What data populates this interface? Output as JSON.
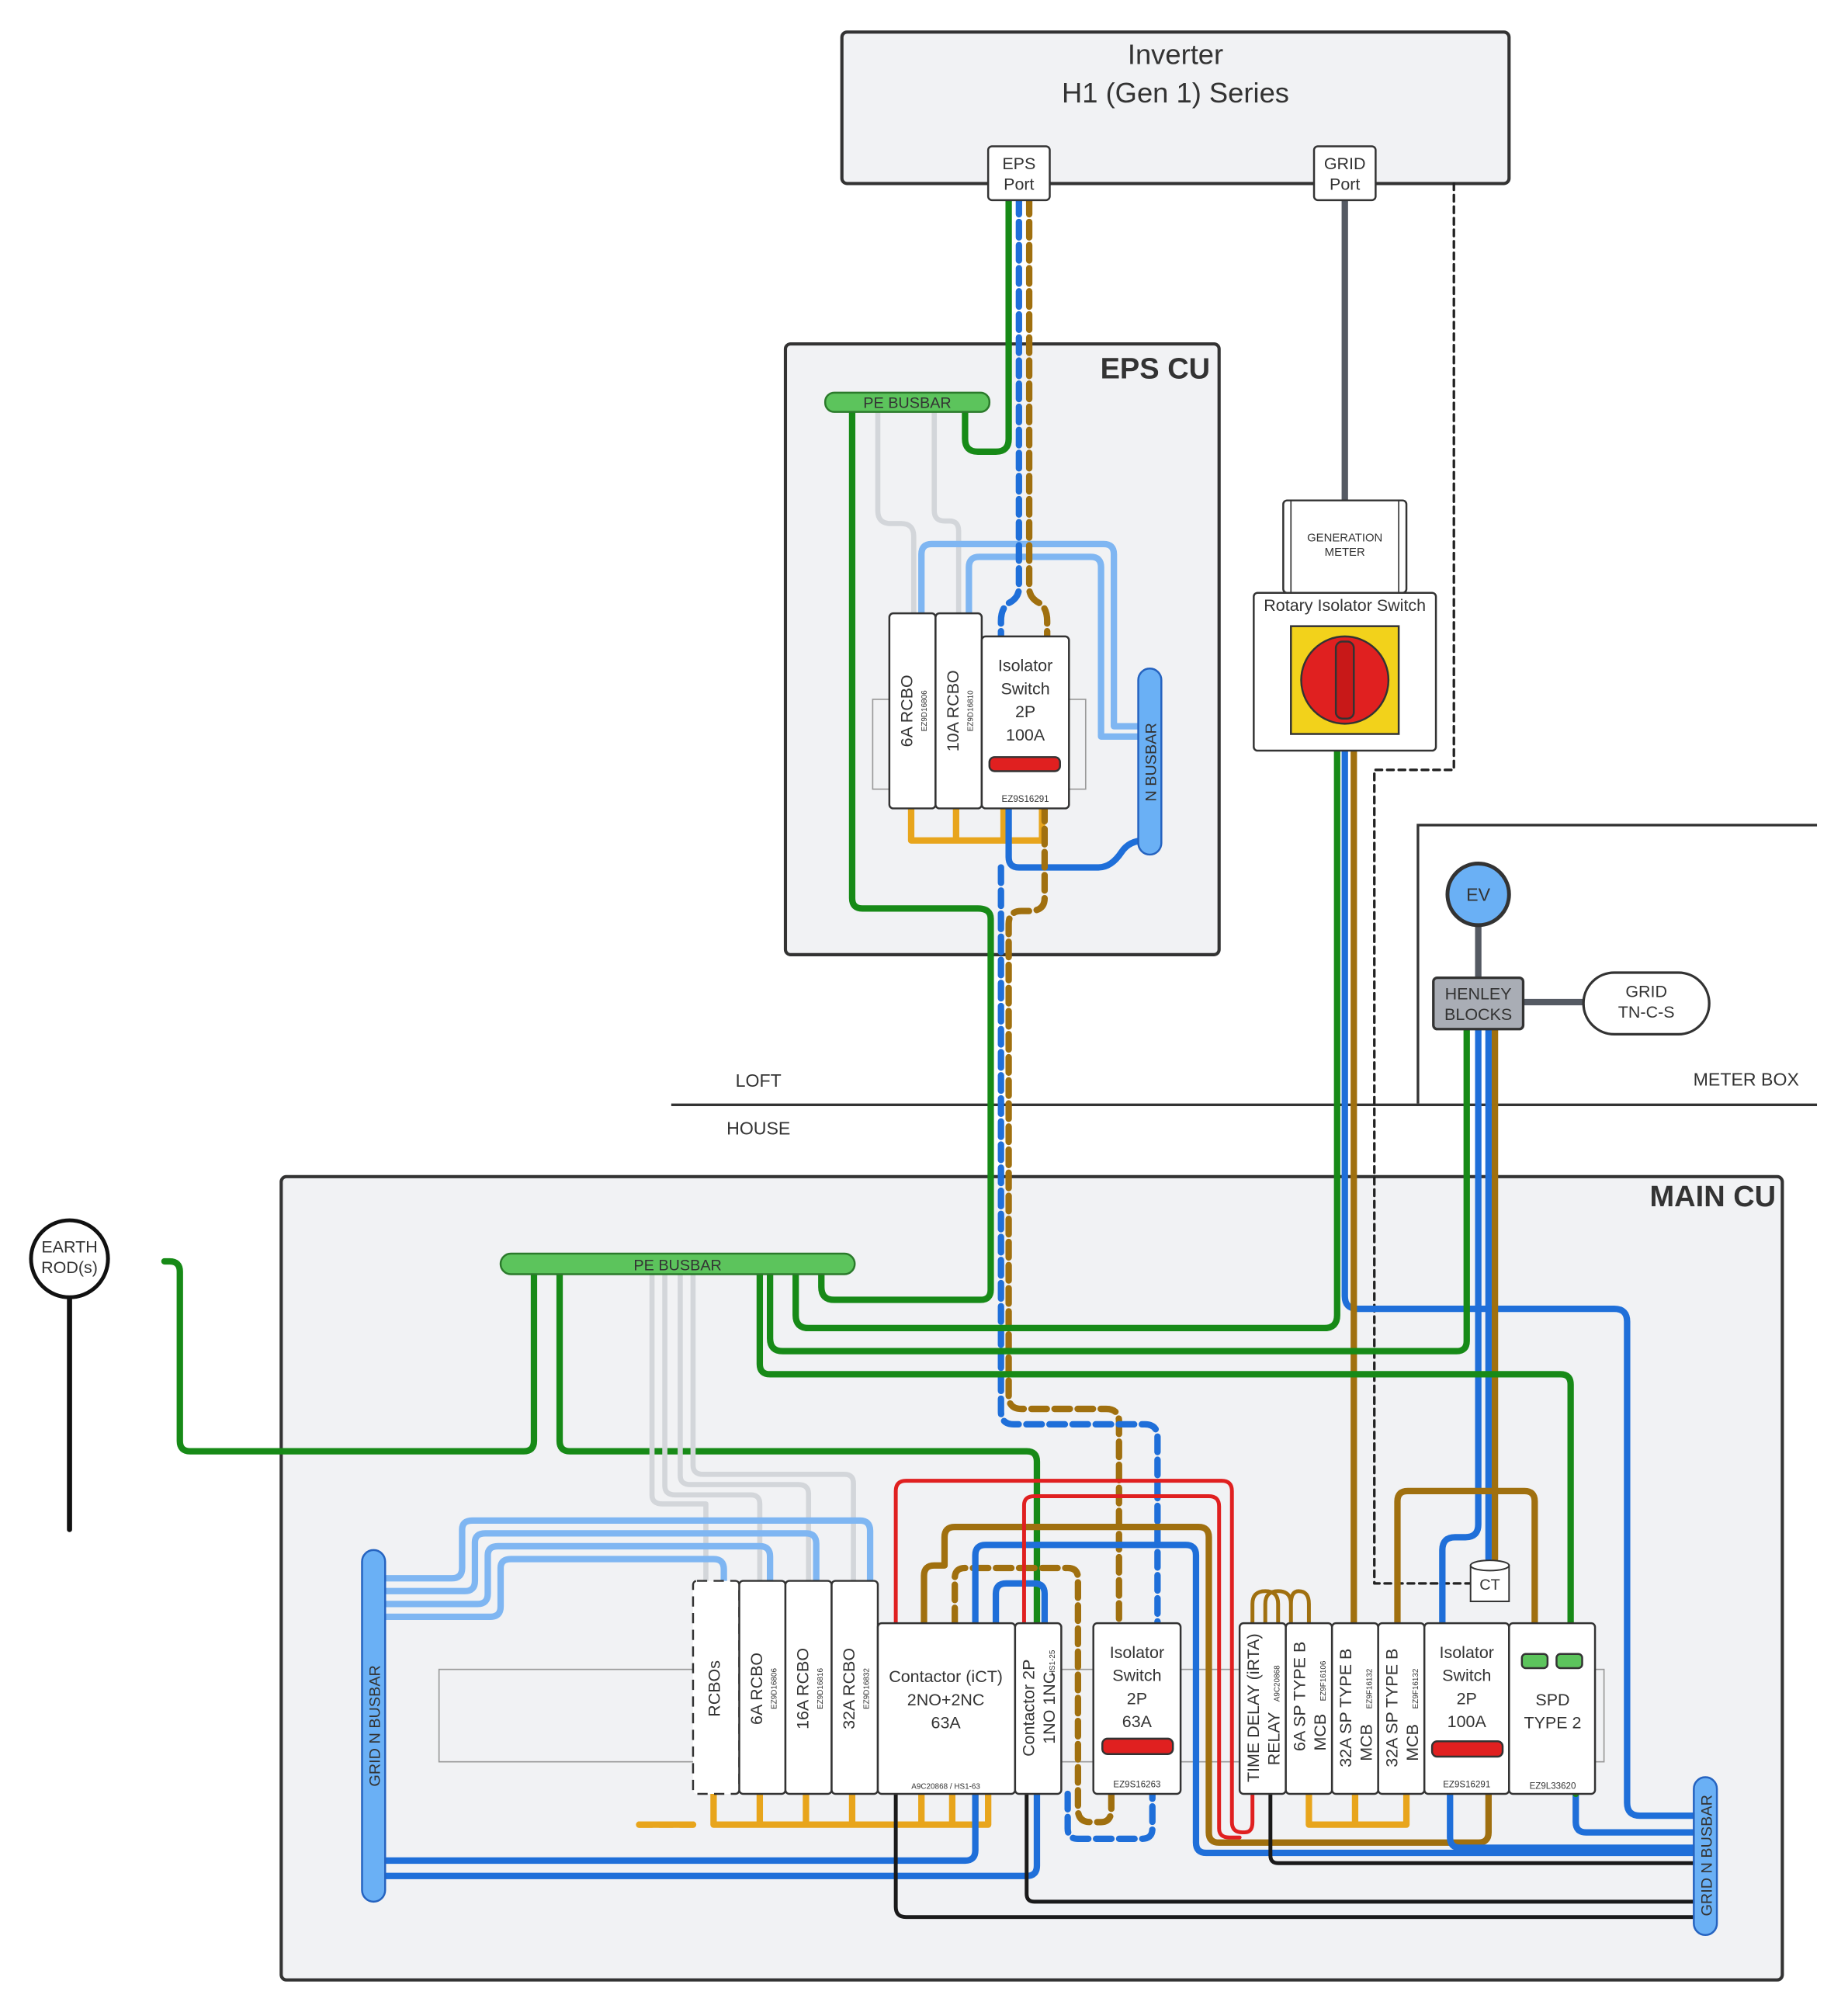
{
  "inverter": {
    "title_line1": "Inverter",
    "title_line2": "H1 (Gen 1) Series",
    "eps_port": [
      "EPS",
      "Port"
    ],
    "grid_port": [
      "GRID",
      "Port"
    ]
  },
  "eps_cu": {
    "title": "EPS CU",
    "pe_busbar": "PE BUSBAR",
    "n_busbar": "N BUSBAR",
    "rcbo_6a": {
      "label": "6A RCBO",
      "part": "EZ9D16806"
    },
    "rcbo_10a": {
      "label": "10A RCBO",
      "part": "EZ9D16810"
    },
    "isolator": {
      "lines": [
        "Isolator",
        "Switch",
        "2P",
        "100A"
      ],
      "part": "EZ9S16291"
    }
  },
  "generation_meter": [
    "GENERATION",
    "METER"
  ],
  "rotary_isolator": "Rotary Isolator Switch",
  "meter_box": {
    "label": "METER BOX",
    "ev": "EV",
    "henley": [
      "HENLEY",
      "BLOCKS"
    ],
    "grid": [
      "GRID",
      "TN-C-S"
    ]
  },
  "zones": {
    "loft": "LOFT",
    "house": "HOUSE"
  },
  "earth_rod": [
    "EARTH",
    "ROD(s)"
  ],
  "main_cu": {
    "title": "MAIN CU",
    "pe_busbar": "PE BUSBAR",
    "grid_n_busbar_left": "GRID N BUSBAR",
    "grid_n_busbar_right": "GRID N BUSBAR",
    "rcbos": "RCBOs",
    "rcbo_6a": {
      "label": "6A RCBO",
      "part": "EZ9D16806"
    },
    "rcbo_16a": {
      "label": "16A RCBO",
      "part": "EZ9D16816"
    },
    "rcbo_32a": {
      "label": "32A RCBO",
      "part": "EZ9D16832"
    },
    "contactor_ict": {
      "lines": [
        "Contactor (iCT)",
        "2NO+2NC",
        "63A"
      ],
      "part": "A9C20868 / HS1-63"
    },
    "contactor_2p": {
      "label": "Contactor 2P",
      "label2": "1NO 1NC",
      "part": "HS1-25"
    },
    "isolator_63": {
      "lines": [
        "Isolator",
        "Switch",
        "2P",
        "63A"
      ],
      "part": "EZ9S16263"
    },
    "time_delay": {
      "label": "TIME DELAY (iRTA)",
      "label2": "RELAY",
      "part": "A9C20868"
    },
    "mcb_6a": {
      "label": "6A SP TYPE B",
      "label2": "MCB",
      "part": "EZ9F16106"
    },
    "mcb_32a_1": {
      "label": "32A SP TYPE B",
      "label2": "MCB",
      "part": "EZ9F16132"
    },
    "mcb_32a_2": {
      "label": "32A SP TYPE B",
      "label2": "MCB",
      "part": "EZ9F16132"
    },
    "isolator_100": {
      "lines": [
        "Isolator",
        "Switch",
        "2P",
        "100A"
      ],
      "part": "EZ9S16291"
    },
    "spd": {
      "lines": [
        "SPD",
        "TYPE 2"
      ],
      "part": "EZ9L33620"
    },
    "ct": "CT"
  },
  "colors": {
    "earth": "#178a17",
    "live": "#a0700f",
    "neutral": "#1f6fd9",
    "neutral_light": "#7fb6f2",
    "circuit": "#e8a51c",
    "control": "#e02020",
    "busbar_green": "#5cc45c",
    "busbar_blue": "#6ab0f5",
    "grey_wire": "#cfd3d8"
  }
}
